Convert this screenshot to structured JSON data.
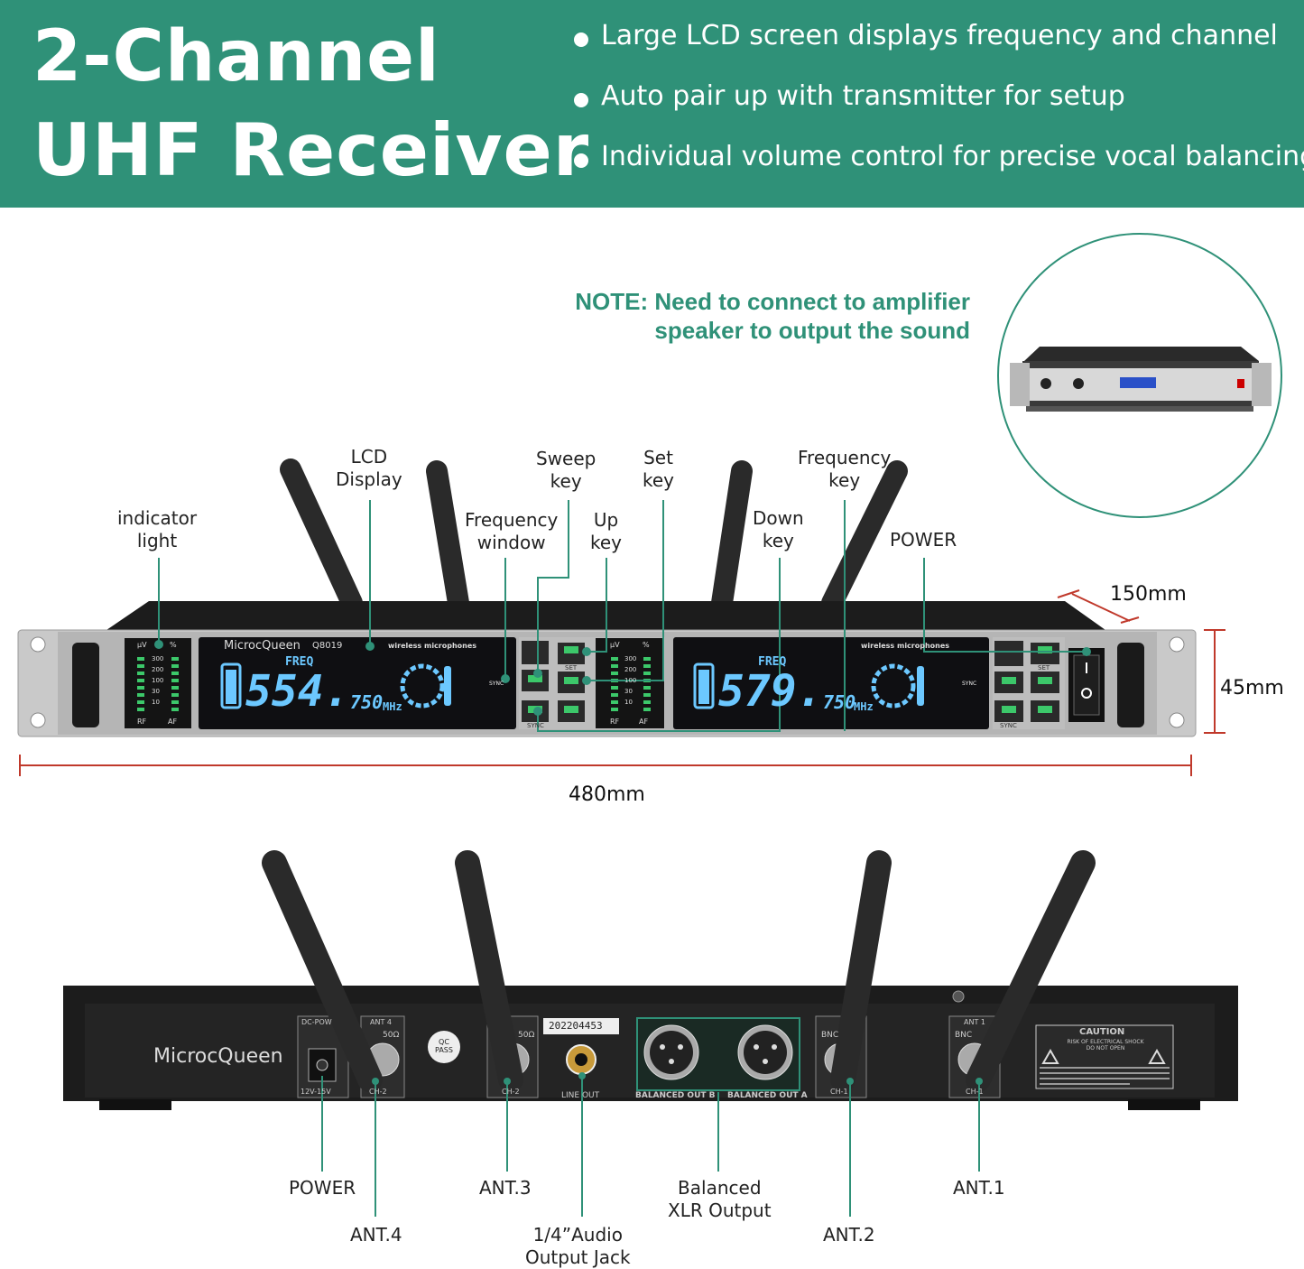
{
  "header": {
    "title_line1": "2-Channel",
    "title_line2": "UHF Receiver",
    "features": [
      "Large LCD screen displays frequency and channel",
      "Auto pair up with transmitter for setup",
      "Individual volume control for precise vocal balancing"
    ]
  },
  "note": {
    "line1": "NOTE: Need to connect to amplifier",
    "line2": "speaker to output the sound"
  },
  "front_callouts": {
    "indicator_light": [
      "indicator",
      "light"
    ],
    "lcd_display": [
      "LCD",
      "Display"
    ],
    "frequency_window": [
      "Frequency",
      "window"
    ],
    "sweep_key": [
      "Sweep",
      "key"
    ],
    "up_key": [
      "Up",
      "key"
    ],
    "set_key": [
      "Set",
      "key"
    ],
    "down_key": [
      "Down",
      "key"
    ],
    "frequency_key": [
      "Frequency",
      "key"
    ],
    "power": "POWER"
  },
  "dimensions": {
    "depth": "150mm",
    "height": "45mm",
    "width": "480mm"
  },
  "front_panel": {
    "brand": "MicrocQueen",
    "model": "Q8019",
    "tagline": "wireless microphones",
    "freq_label": "FREQ",
    "ch1_freq_main": "554.",
    "ch1_freq_decimal": "750",
    "ch2_freq_main": "579.",
    "ch2_freq_decimal": "750",
    "unit": "MHz",
    "meter_left": "RF",
    "meter_right": "AF",
    "meter_top_left": "µV",
    "meter_top_right": "%",
    "meter_scale": [
      "300",
      "200",
      "100",
      "30",
      "10"
    ],
    "sync": "SYNC",
    "set": "SET"
  },
  "rear_panel": {
    "brand": "MicrocQueen",
    "serial": "202204453",
    "qc": [
      "QC",
      "PASS"
    ],
    "dc_power": "DC-POW",
    "dc_rating": "12V-15V",
    "ant4": "ANT 4",
    "ch2": "CH-2",
    "ohm": "50Ω",
    "line_out": "LINE OUT",
    "balanced_out_b": "BALANCED OUT B",
    "balanced_out_a": "BALANCED OUT A",
    "ant1": "ANT 1",
    "bnc": "BNC",
    "ch1": "CH-1",
    "caution_title": "CAUTION",
    "caution_sub": "RISK OF ELECTRICAL SHOCK DO NOT OPEN"
  },
  "rear_callouts": {
    "power": "POWER",
    "ant4": "ANT.4",
    "ant3": "ANT.3",
    "audio_jack": [
      "1/4”Audio",
      "Output Jack"
    ],
    "xlr": [
      "Balanced",
      "XLR Output"
    ],
    "ant2": "ANT.2",
    "ant1": "ANT.1"
  },
  "colors": {
    "accent": "#2f9178",
    "lcd_text": "#6cc8ff",
    "dimension_line": "#c0392b"
  }
}
